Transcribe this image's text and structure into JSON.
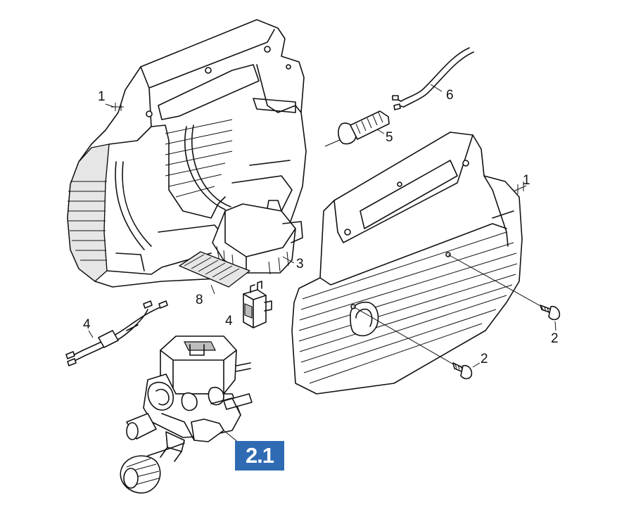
{
  "diagram": {
    "section_badge": "2.1",
    "callouts": [
      {
        "id": "housing-left-1",
        "text": "1"
      },
      {
        "id": "housing-right-1",
        "text": "1"
      },
      {
        "id": "screw-upper-2",
        "text": "2"
      },
      {
        "id": "screw-lower-2",
        "text": "2"
      },
      {
        "id": "cover-3",
        "text": "3"
      },
      {
        "id": "cable-4",
        "text": "4"
      },
      {
        "id": "switch-4",
        "text": "4"
      },
      {
        "id": "grommet-5",
        "text": "5"
      },
      {
        "id": "cable-6",
        "text": "6"
      },
      {
        "id": "pad-8",
        "text": "8"
      }
    ],
    "colors": {
      "badge": "#2f6bb3",
      "line": "#111111",
      "background": "#ffffff"
    }
  }
}
